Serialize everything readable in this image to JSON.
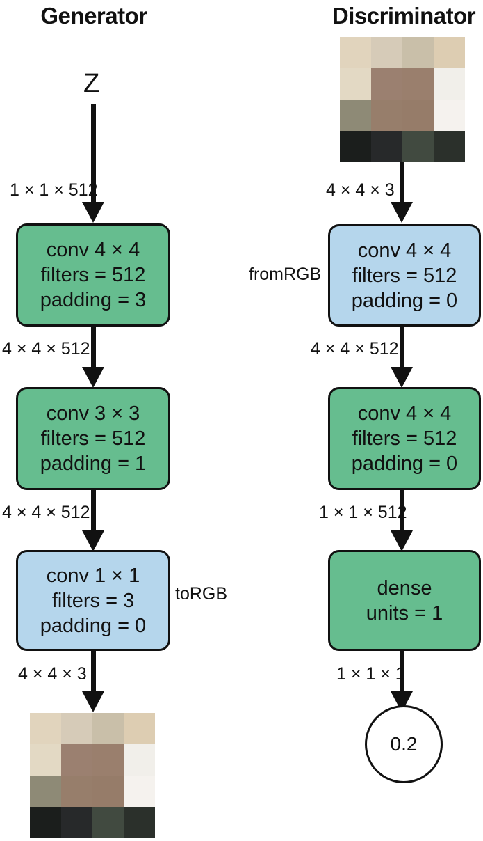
{
  "generator": {
    "title": "Generator",
    "input": "Z",
    "blocks": [
      {
        "line1": "conv 4 × 4",
        "line2": "filters = 512",
        "line3": "padding = 3"
      },
      {
        "line1": "conv 3 × 3",
        "line2": "filters = 512",
        "line3": "padding = 1"
      },
      {
        "line1": "conv 1 × 1",
        "line2": "filters = 3",
        "line3": "padding = 0",
        "side_label": "toRGB"
      }
    ],
    "shapes": [
      "1 × 1 × 512",
      "4 × 4 × 512",
      "4 × 4 × 512",
      "4 × 4 × 3"
    ]
  },
  "discriminator": {
    "title": "Discriminator",
    "blocks": [
      {
        "line1": "conv 4 × 4",
        "line2": "filters = 512",
        "line3": "padding = 0",
        "side_label": "fromRGB"
      },
      {
        "line1": "conv 4 × 4",
        "line2": "filters = 512",
        "line3": "padding = 0"
      },
      {
        "line1": "dense",
        "line2": "units = 1"
      }
    ],
    "shapes": [
      "4 × 4 × 3",
      "4 × 4 × 512",
      "1 × 1 × 512",
      "1 × 1 × 1"
    ],
    "output": "0.2"
  },
  "colors": {
    "green_block": "#66bd8f",
    "blue_block": "#b5d6ec",
    "image_pixels": [
      [
        "#e1d4bd",
        "#d6cbb8",
        "#c9bfa9",
        "#ddcdb2"
      ],
      [
        "#e3d9c4",
        "#9b8070",
        "#9a7f6d",
        "#f1efea"
      ],
      [
        "#8e8a76",
        "#977e6b",
        "#967c69",
        "#f5f2ee"
      ],
      [
        "#1b1e1c",
        "#27292a",
        "#414a40",
        "#2b302b"
      ]
    ]
  }
}
